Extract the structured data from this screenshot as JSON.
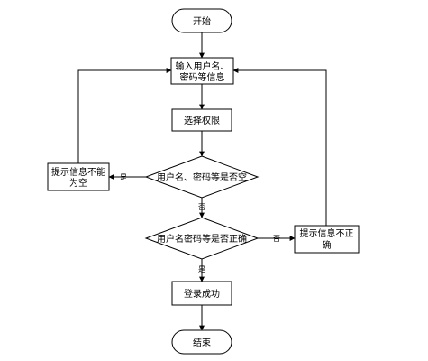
{
  "flowchart": {
    "nodes": {
      "start": "开始",
      "input_line1": "输入用户名、",
      "input_line2": "密码等信息",
      "select_permission": "选择权限",
      "check_empty": "用户名、密码等是否空",
      "empty_msg_line1": "提示信息不能",
      "empty_msg_line2": "为空",
      "check_correct": "用户名密码等是否正确",
      "incorrect_msg_line1": "提示信息不正",
      "incorrect_msg_line2": "确",
      "login_success": "登录成功",
      "end": "结束"
    },
    "edge_labels": {
      "empty_yes": "是",
      "empty_no": "否",
      "correct_no": "否",
      "correct_yes": "是"
    }
  }
}
